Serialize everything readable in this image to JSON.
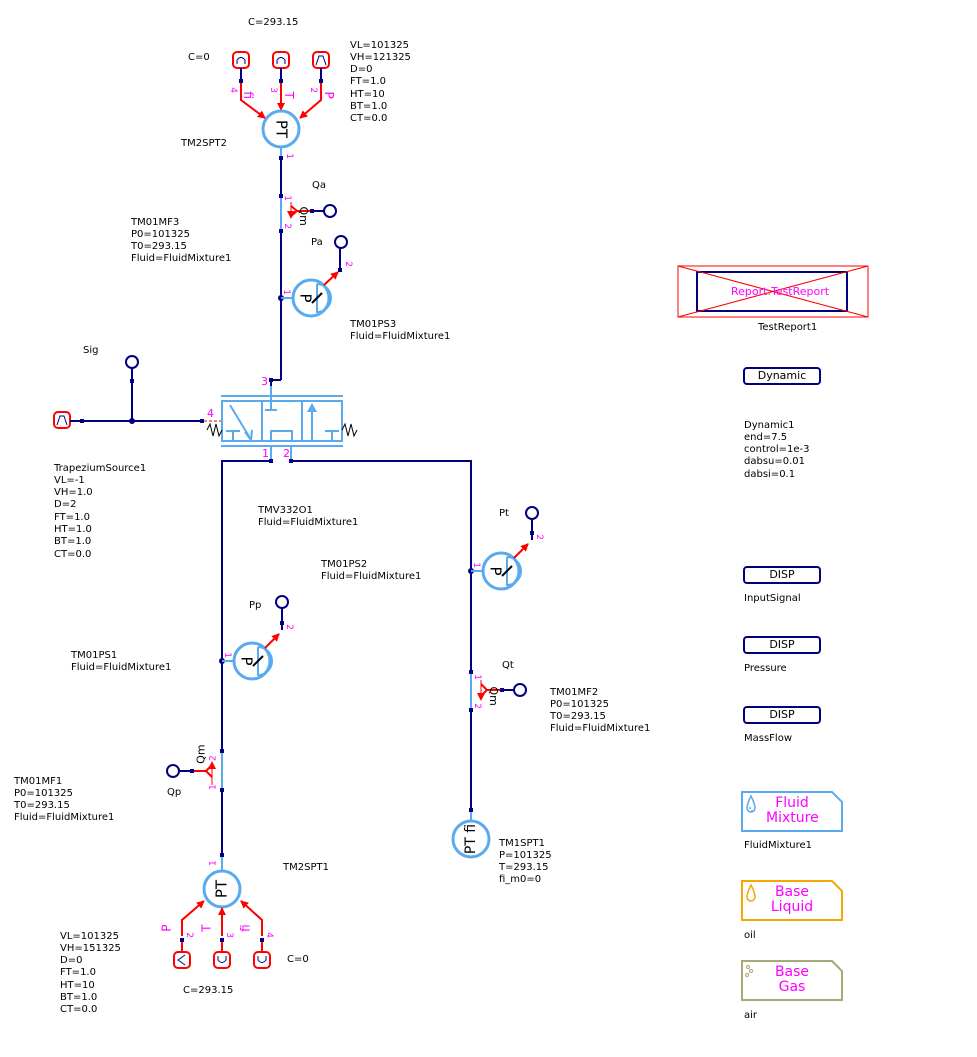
{
  "diagram": {
    "tm2spt2": {
      "name": "TM2SPT2",
      "symbol": "PT",
      "c_top": "C=293.15",
      "c_left": "C=0",
      "source_params": [
        "VL=101325",
        "VH=121325",
        "D=0",
        "FT=1.0",
        "HT=10",
        "BT=1.0",
        "CT=0.0"
      ],
      "port_labels": [
        "fi",
        "T",
        "P"
      ],
      "port_numbers": [
        "4",
        "3",
        "2",
        "1"
      ]
    },
    "tm01mf3": {
      "params": [
        "TM01MF3",
        "P0=101325",
        "T0=293.15",
        "Fluid=FluidMixture1"
      ],
      "signal": "Qa",
      "out_label": "Qm",
      "ports": [
        "1",
        "2"
      ]
    },
    "tm01ps3": {
      "params": [
        "TM01PS3",
        "Fluid=FluidMixture1"
      ],
      "signal": "Pa",
      "symbol": "P",
      "ports": [
        "1",
        "2"
      ]
    },
    "trapezium": {
      "signal": "Sig",
      "params": [
        "TrapeziumSource1",
        "VL=-1",
        "VH=1.0",
        "D=2",
        "FT=1.0",
        "HT=1.0",
        "BT=1.0",
        "CT=0.0"
      ]
    },
    "valve": {
      "params": [
        "TMV332O1",
        "Fluid=FluidMixture1"
      ],
      "ports": [
        "3",
        "4",
        "1",
        "2"
      ]
    },
    "tm01ps2": {
      "params": [
        "TM01PS2",
        "Fluid=FluidMixture1"
      ],
      "signal": "Pt",
      "symbol": "P",
      "ports": [
        "1",
        "2"
      ]
    },
    "tm01ps1": {
      "params": [
        "TM01PS1",
        "Fluid=FluidMixture1"
      ],
      "signal": "Pp",
      "symbol": "P",
      "ports": [
        "1",
        "2"
      ]
    },
    "tm01mf2": {
      "params": [
        "TM01MF2",
        "P0=101325",
        "T0=293.15",
        "Fluid=FluidMixture1"
      ],
      "signal": "Qt",
      "out_label": "Qm",
      "ports": [
        "1",
        "2"
      ]
    },
    "tm01mf1": {
      "params": [
        "TM01MF1",
        "P0=101325",
        "T0=293.15",
        "Fluid=FluidMixture1"
      ],
      "signal": "Qp",
      "out_label": "Qm",
      "ports": [
        "2",
        "1"
      ]
    },
    "tm1spt1": {
      "params": [
        "TM1SPT1",
        "P=101325",
        "T=293.15",
        "fi_m0=0"
      ],
      "symbol": "PT fi"
    },
    "tm2spt1": {
      "name": "TM2SPT1",
      "symbol": "PT",
      "c_bottom": "C=293.15",
      "c_right": "C=0",
      "source_params": [
        "VL=101325",
        "VH=151325",
        "D=0",
        "FT=1.0",
        "HT=10",
        "BT=1.0",
        "CT=0.0"
      ],
      "port_labels": [
        "P",
        "T",
        "fi"
      ],
      "port_numbers": [
        "2",
        "3",
        "4",
        "1"
      ]
    }
  },
  "side_panel": {
    "report": {
      "box_text": "Report.TestReport",
      "name": "TestReport1"
    },
    "dynamic": {
      "button": "Dynamic",
      "params": [
        "Dynamic1",
        "end=7.5",
        "control=1e-3",
        "dabsu=0.01",
        "dabsi=0.1"
      ]
    },
    "displays": [
      {
        "button": "DISP",
        "name": "InputSignal"
      },
      {
        "button": "DISP",
        "name": "Pressure"
      },
      {
        "button": "DISP",
        "name": "MassFlow"
      }
    ],
    "fluids": [
      {
        "line1": "Fluid",
        "line2": "Mixture",
        "name": "FluidMixture1",
        "color": "#5aaaf0"
      },
      {
        "line1": "Base",
        "line2": "Liquid",
        "name": "oil",
        "color": "#f5a800"
      },
      {
        "line1": "Base",
        "line2": "Gas",
        "name": "air",
        "color": "#a8a878"
      }
    ]
  },
  "colors": {
    "wire": "#000080",
    "component": "#5aaaf0",
    "signal": "#ff0000",
    "port_number": "#ff00ff"
  }
}
